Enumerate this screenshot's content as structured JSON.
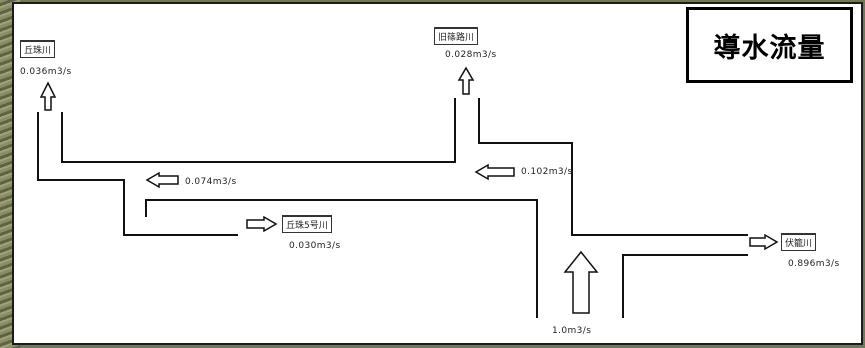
{
  "title": "導水流量",
  "rivers": {
    "top_left": {
      "name": "丘珠川",
      "flow": "0.036m3/s"
    },
    "top_center": {
      "name": "旧篠路川",
      "flow": "0.028m3/s"
    },
    "mid": {
      "name": "丘珠5号川",
      "flow": "0.030m3/s"
    },
    "right": {
      "name": "伏籠川",
      "flow": "0.896m3/s"
    }
  },
  "flows": {
    "left_branch": "0.074m3/s",
    "upper_branch": "0.102m3/s",
    "inflow": "1.0m3/s"
  },
  "colors": {
    "line": "#111111",
    "frame": "#1c1c1c",
    "background": "#ffffff"
  }
}
